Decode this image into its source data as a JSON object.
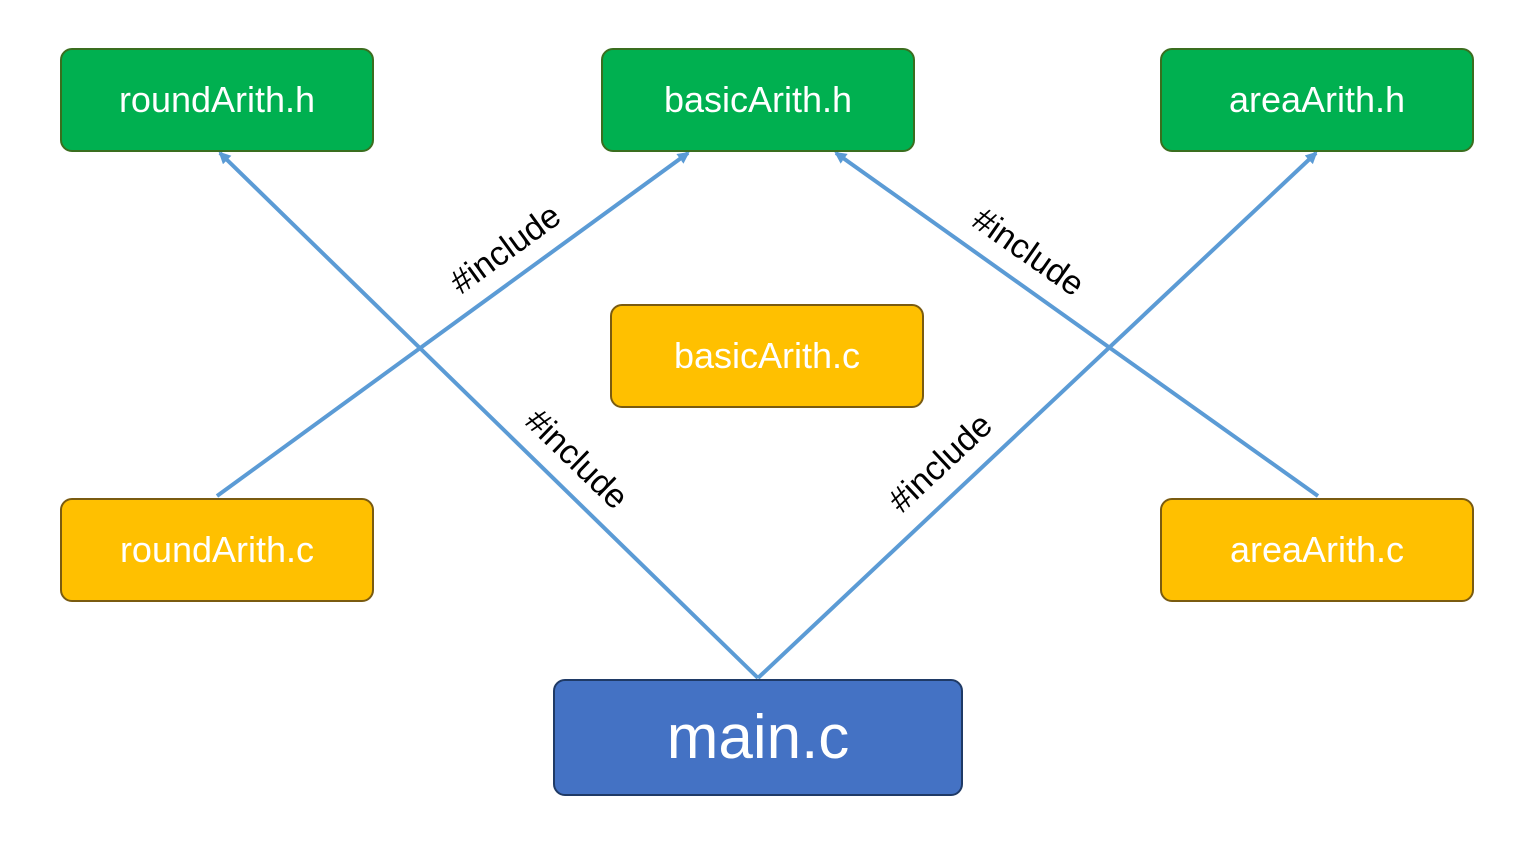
{
  "nodes": {
    "round_h": "roundArith.h",
    "basic_h": "basicArith.h",
    "area_h": "areaArith.h",
    "basic_c": "basicArith.c",
    "round_c": "roundArith.c",
    "area_c": "areaArith.c",
    "main_c": "main.c"
  },
  "edges": [
    {
      "from": "round_c",
      "to": "basic_h",
      "label": "#include"
    },
    {
      "from": "area_c",
      "to": "basic_h",
      "label": "#include"
    },
    {
      "from": "main_c",
      "to": "round_h",
      "label": "#include"
    },
    {
      "from": "main_c",
      "to": "area_h",
      "label": "#include"
    }
  ],
  "colors": {
    "header": "#00b050",
    "source": "#ffc000",
    "main": "#4472c4",
    "edge": "#5b9bd5"
  }
}
